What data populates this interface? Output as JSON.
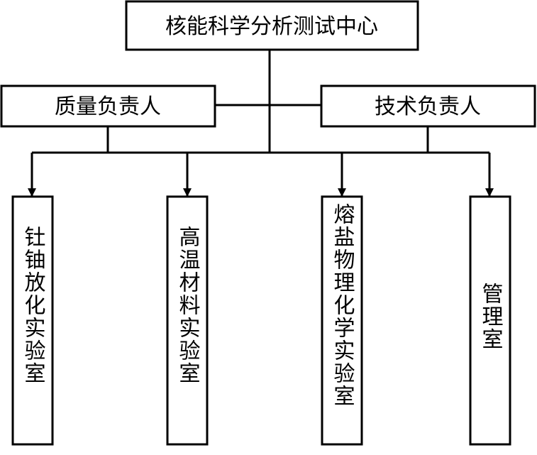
{
  "top": {
    "label": "核能科学分析测试中心"
  },
  "managers": [
    {
      "label": "质量负责人"
    },
    {
      "label": "技术负责人"
    }
  ],
  "labs": [
    {
      "label": "钍铀放化实验室"
    },
    {
      "label": "高温材料实验室"
    },
    {
      "label": "熔盐物理化学实验室"
    },
    {
      "label": "管理室"
    }
  ]
}
